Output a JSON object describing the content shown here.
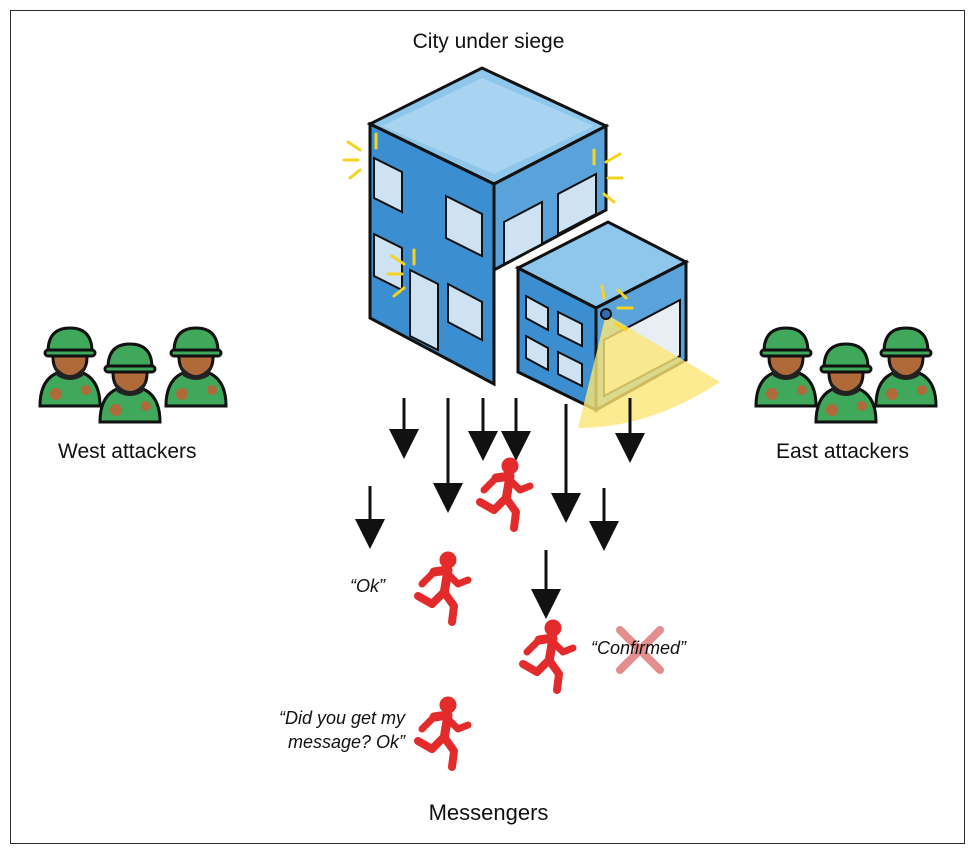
{
  "title": "City under siege",
  "west_label": "West attackers",
  "east_label": "East attackers",
  "footer_label": "Messengers",
  "quotes": {
    "ok": "“Ok”",
    "confirmed": "“Confirmed”",
    "did_line1": "“Did you get my",
    "did_line2": "message? Ok”"
  },
  "colors": {
    "building_front": "#3b8fd1",
    "building_side": "#2a79c0",
    "building_top": "#8fc6ec",
    "window": "#cde3f3",
    "soldier_helmet": "#3fa85a",
    "soldier_skin": "#b06a3a",
    "messenger": "#e32b2b",
    "spotlight": "#fde676",
    "spark": "#f6d31f"
  }
}
